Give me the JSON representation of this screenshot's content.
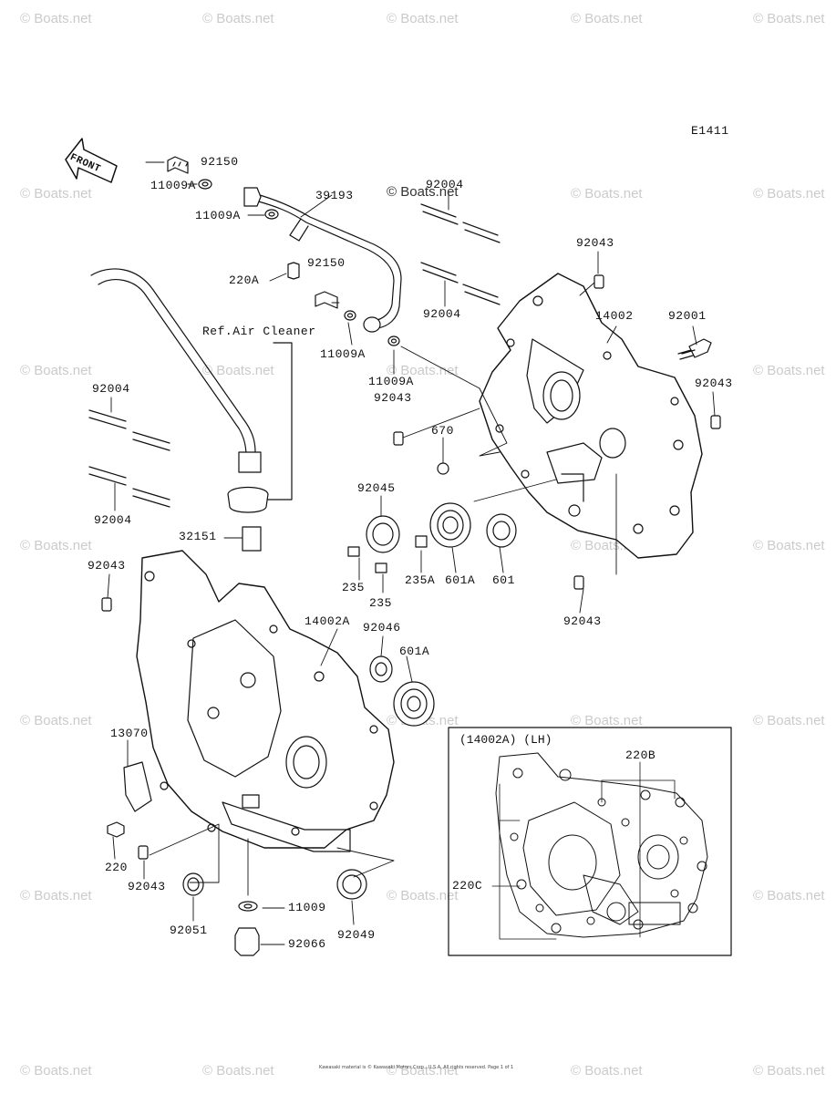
{
  "diagram_code": "E1411",
  "front_label": "FRONT",
  "copyright_mark": "© Boats.net",
  "watermark_text": "© Boats.net",
  "ref_label": "Ref.Air Cleaner",
  "inset_title": "(14002A) (LH)",
  "footer_text": "Kawasaki material is © Kawasaki Motors Corp., U.S.A. All rights reserved. Page 1 of 1",
  "parts": [
    {
      "id": "p92150a",
      "label": "92150"
    },
    {
      "id": "p11009a1",
      "label": "11009A"
    },
    {
      "id": "p11009a2",
      "label": "11009A"
    },
    {
      "id": "p39193",
      "label": "39193"
    },
    {
      "id": "p220a",
      "label": "220A"
    },
    {
      "id": "p92150b",
      "label": "92150"
    },
    {
      "id": "p11009a3",
      "label": "11009A"
    },
    {
      "id": "p11009a4",
      "label": "11009A"
    },
    {
      "id": "p92004a",
      "label": "92004"
    },
    {
      "id": "p92004b",
      "label": "92004"
    },
    {
      "id": "p92043a",
      "label": "92043"
    },
    {
      "id": "p14002",
      "label": "14002"
    },
    {
      "id": "p92001",
      "label": "92001"
    },
    {
      "id": "p92043b",
      "label": "92043"
    },
    {
      "id": "p92043c",
      "label": "92043"
    },
    {
      "id": "p670",
      "label": "670"
    },
    {
      "id": "p92004c",
      "label": "92004"
    },
    {
      "id": "p92004d",
      "label": "92004"
    },
    {
      "id": "p92045",
      "label": "92045"
    },
    {
      "id": "p32151",
      "label": "32151"
    },
    {
      "id": "p92043d",
      "label": "92043"
    },
    {
      "id": "p235a",
      "label": "235"
    },
    {
      "id": "p235b",
      "label": "235"
    },
    {
      "id": "p235A",
      "label": "235A"
    },
    {
      "id": "p601A1",
      "label": "601A"
    },
    {
      "id": "p601",
      "label": "601"
    },
    {
      "id": "p92043e",
      "label": "92043"
    },
    {
      "id": "p14002A",
      "label": "14002A"
    },
    {
      "id": "p92046",
      "label": "92046"
    },
    {
      "id": "p601A2",
      "label": "601A"
    },
    {
      "id": "p13070",
      "label": "13070"
    },
    {
      "id": "p220",
      "label": "220"
    },
    {
      "id": "p92043f",
      "label": "92043"
    },
    {
      "id": "p11009",
      "label": "11009"
    },
    {
      "id": "p92051",
      "label": "92051"
    },
    {
      "id": "p92066",
      "label": "92066"
    },
    {
      "id": "p92049",
      "label": "92049"
    },
    {
      "id": "p220B",
      "label": "220B"
    },
    {
      "id": "p220C",
      "label": "220C"
    }
  ]
}
